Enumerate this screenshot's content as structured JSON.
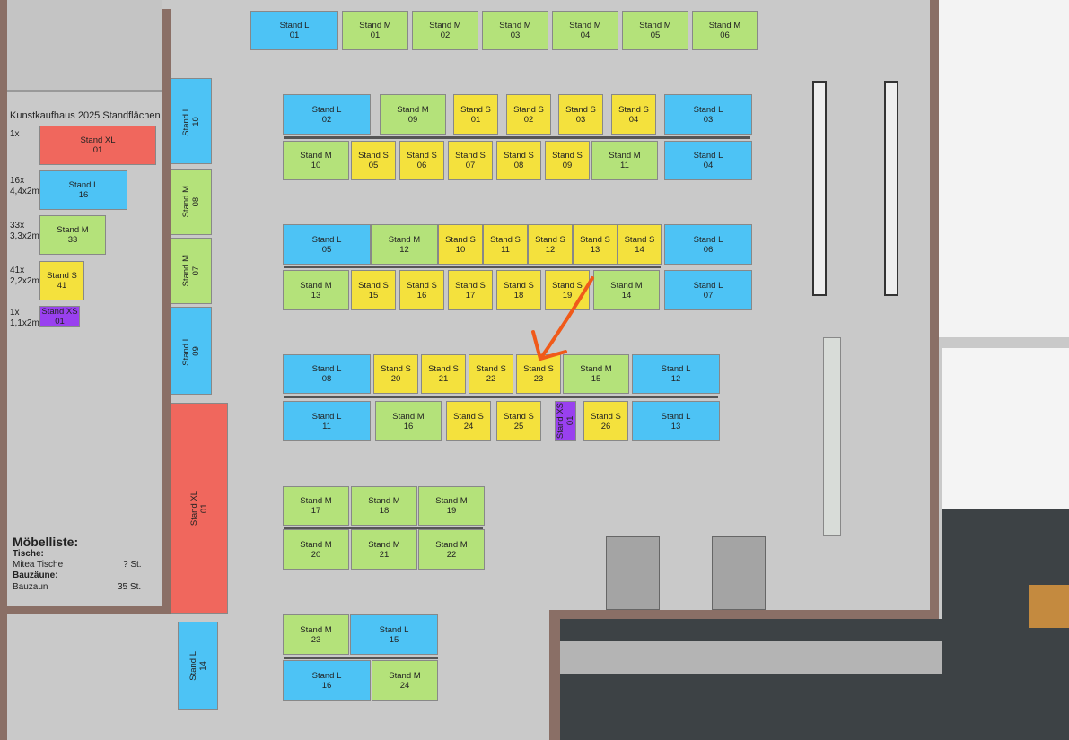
{
  "legend": {
    "title": "Kunstkaufhaus 2025 Standflächen",
    "items": [
      {
        "count": "1x",
        "size": "",
        "name": "Stand XL",
        "num": "01",
        "type": "XL"
      },
      {
        "count": "16x",
        "size": "4,4x2m",
        "name": "Stand L",
        "num": "16",
        "type": "L"
      },
      {
        "count": "33x",
        "size": "3,3x2m",
        "name": "Stand M",
        "num": "33",
        "type": "M"
      },
      {
        "count": "41x",
        "size": "2,2x2m",
        "name": "Stand S",
        "num": "41",
        "type": "S"
      },
      {
        "count": "1x",
        "size": "1,1x2m",
        "name": "Stand XS",
        "num": "01",
        "type": "XS"
      }
    ]
  },
  "furniture": {
    "title": "Möbelliste:",
    "tables_heading": "Tische:",
    "tables_item": "Mitea Tische",
    "tables_qty": "? St.",
    "fences_heading": "Bauzäune:",
    "fences_item": "Bauzaun",
    "fences_qty": "35 St."
  },
  "colors": {
    "XL": "#f0675d",
    "L": "#4dc3f5",
    "M": "#b4e27a",
    "S": "#f4e13d",
    "XS": "#9940ef",
    "arrow": "#f05a1a"
  },
  "stands": [
    {
      "t": "L",
      "n": "01"
    },
    {
      "t": "M",
      "n": "01"
    },
    {
      "t": "M",
      "n": "02"
    },
    {
      "t": "M",
      "n": "03"
    },
    {
      "t": "M",
      "n": "04"
    },
    {
      "t": "M",
      "n": "05"
    },
    {
      "t": "M",
      "n": "06"
    },
    {
      "t": "L",
      "n": "02"
    },
    {
      "t": "M",
      "n": "09"
    },
    {
      "t": "S",
      "n": "01"
    },
    {
      "t": "S",
      "n": "02"
    },
    {
      "t": "S",
      "n": "03"
    },
    {
      "t": "S",
      "n": "04"
    },
    {
      "t": "L",
      "n": "03"
    },
    {
      "t": "M",
      "n": "10"
    },
    {
      "t": "S",
      "n": "05"
    },
    {
      "t": "S",
      "n": "06"
    },
    {
      "t": "S",
      "n": "07"
    },
    {
      "t": "S",
      "n": "08"
    },
    {
      "t": "S",
      "n": "09"
    },
    {
      "t": "M",
      "n": "11"
    },
    {
      "t": "L",
      "n": "04"
    },
    {
      "t": "L",
      "n": "05"
    },
    {
      "t": "M",
      "n": "12"
    },
    {
      "t": "S",
      "n": "10"
    },
    {
      "t": "S",
      "n": "11"
    },
    {
      "t": "S",
      "n": "12"
    },
    {
      "t": "S",
      "n": "13"
    },
    {
      "t": "S",
      "n": "14"
    },
    {
      "t": "L",
      "n": "06"
    },
    {
      "t": "M",
      "n": "13"
    },
    {
      "t": "S",
      "n": "15"
    },
    {
      "t": "S",
      "n": "16"
    },
    {
      "t": "S",
      "n": "17"
    },
    {
      "t": "S",
      "n": "18"
    },
    {
      "t": "S",
      "n": "19"
    },
    {
      "t": "M",
      "n": "14"
    },
    {
      "t": "L",
      "n": "07"
    },
    {
      "t": "L",
      "n": "08"
    },
    {
      "t": "S",
      "n": "20"
    },
    {
      "t": "S",
      "n": "21"
    },
    {
      "t": "S",
      "n": "22"
    },
    {
      "t": "S",
      "n": "23"
    },
    {
      "t": "M",
      "n": "15"
    },
    {
      "t": "L",
      "n": "12"
    },
    {
      "t": "L",
      "n": "11"
    },
    {
      "t": "M",
      "n": "16"
    },
    {
      "t": "S",
      "n": "24"
    },
    {
      "t": "S",
      "n": "25"
    },
    {
      "t": "XS",
      "n": "01"
    },
    {
      "t": "S",
      "n": "26"
    },
    {
      "t": "L",
      "n": "13"
    },
    {
      "t": "M",
      "n": "17"
    },
    {
      "t": "M",
      "n": "18"
    },
    {
      "t": "M",
      "n": "19"
    },
    {
      "t": "M",
      "n": "20"
    },
    {
      "t": "M",
      "n": "21"
    },
    {
      "t": "M",
      "n": "22"
    },
    {
      "t": "M",
      "n": "23"
    },
    {
      "t": "L",
      "n": "15"
    },
    {
      "t": "L",
      "n": "16"
    },
    {
      "t": "M",
      "n": "24"
    },
    {
      "t": "L",
      "n": "10"
    },
    {
      "t": "M",
      "n": "08"
    },
    {
      "t": "M",
      "n": "07"
    },
    {
      "t": "L",
      "n": "09"
    },
    {
      "t": "XL",
      "n": "01"
    },
    {
      "t": "L",
      "n": "14"
    }
  ]
}
